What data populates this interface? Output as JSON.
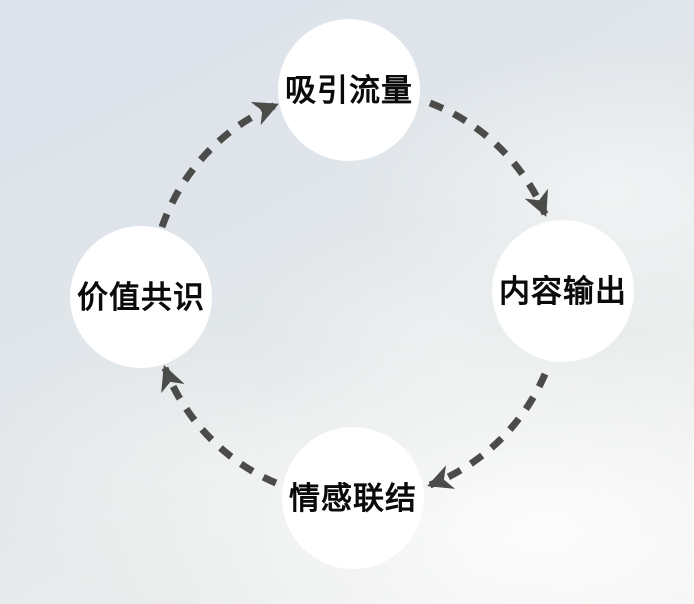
{
  "diagram": {
    "type": "cycle",
    "direction": "clockwise",
    "nodes": [
      {
        "id": "top",
        "label": "吸引流量"
      },
      {
        "id": "right",
        "label": "内容输出"
      },
      {
        "id": "bottom",
        "label": "情感联结"
      },
      {
        "id": "left",
        "label": "价值共识"
      }
    ],
    "edges": [
      {
        "from": "价值共识",
        "to": "吸引流量"
      },
      {
        "from": "吸引流量",
        "to": "内容输出"
      },
      {
        "from": "内容输出",
        "to": "情感联结"
      },
      {
        "from": "情感联结",
        "to": "价值共识"
      }
    ],
    "colors": {
      "node_fill": "#ffffff",
      "label_text": "#0b0b0b",
      "arrow": "#4b4b49",
      "sky_top": "#dce2eb",
      "sky_bottom": "#f1f2f0"
    }
  }
}
